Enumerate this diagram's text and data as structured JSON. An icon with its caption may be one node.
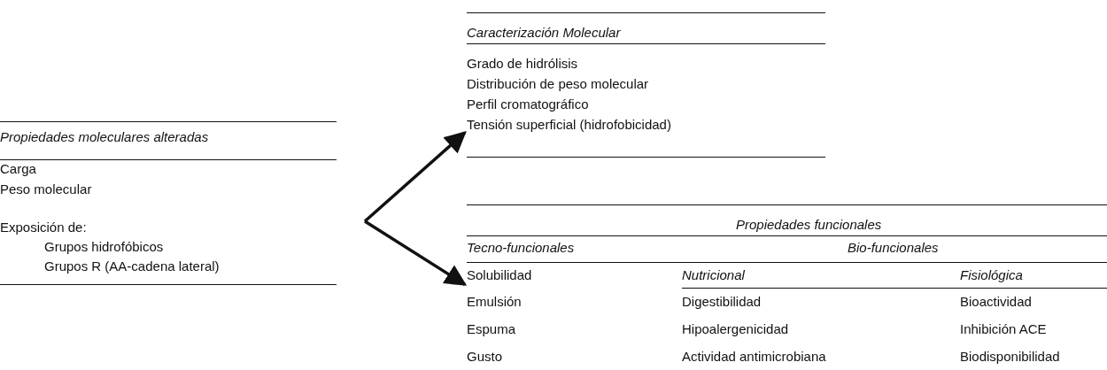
{
  "diagram": {
    "nodes": [
      {
        "text": [
          "Propiedades moleculares alteradas",
          "Carga",
          "Peso molecular",
          "Exposición de:",
          "Grupos hidrofóbicos",
          "Grupos R (AA-cadena lateral)"
        ]
      },
      {
        "text": [
          "Caracterización Molecular",
          "Grado de hidrólisis",
          "Distribución de peso molecular",
          "Perfil cromatográfico",
          "Tensión superficial (hidrofobicidad)"
        ]
      },
      {
        "text": [
          "Propiedades funcionales",
          "Tecno-funcionales",
          "Bio-funcionales",
          "Solubilidad",
          "Nutricional",
          "Fisiológica",
          "Emulsión",
          "Digestibilidad",
          "Bioactividad",
          "Espuma",
          "Hipoalergenicidad",
          "Inhibición ACE",
          "Gusto",
          "Actividad antimicrobiana",
          "Biodisponibilidad"
        ]
      }
    ],
    "edges": [
      {
        "from": 0,
        "to": 1,
        "arrow": "to"
      },
      {
        "from": 0,
        "to": 2,
        "arrow": "to"
      }
    ]
  }
}
